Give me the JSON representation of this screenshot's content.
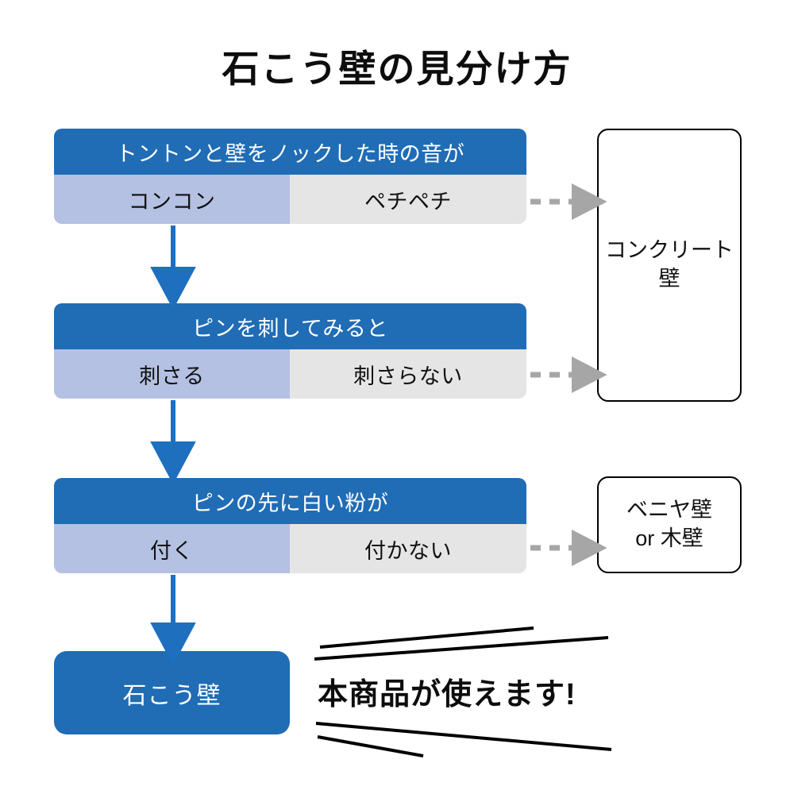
{
  "title": "石こう壁の見分け方",
  "colors": {
    "header_blue": "#206CB5",
    "option_yes_lavender": "#B4C1E3",
    "option_no_gray": "#E5E5E5",
    "arrow_blue": "#1F6FBF",
    "dashed_arrow_gray": "#A6A6A6",
    "outline_black": "#000000",
    "text_dark": "#0D0D0D",
    "text_light": "#FFFFFF",
    "background": "#FFFFFF"
  },
  "steps": [
    {
      "header": "トントンと壁をノックした時の音が",
      "option_yes": "コンコン",
      "option_no": "ペチペチ"
    },
    {
      "header": "ピンを刺してみると",
      "option_yes": "刺さる",
      "option_no": "刺さらない"
    },
    {
      "header": "ピンの先に白い粉が",
      "option_yes": "付く",
      "option_no": "付かない"
    }
  ],
  "result": {
    "label": "石こう壁"
  },
  "outcomes": [
    {
      "line1": "コンクリート",
      "line2": "壁"
    },
    {
      "line1": "ベニヤ壁",
      "line2": "or 木壁"
    }
  ],
  "promo": {
    "text": "本商品が使えます!"
  },
  "connectors": {
    "down_arrow_count": 3,
    "dashed_arrow_count": 3,
    "emphasis_line_count": 4
  }
}
